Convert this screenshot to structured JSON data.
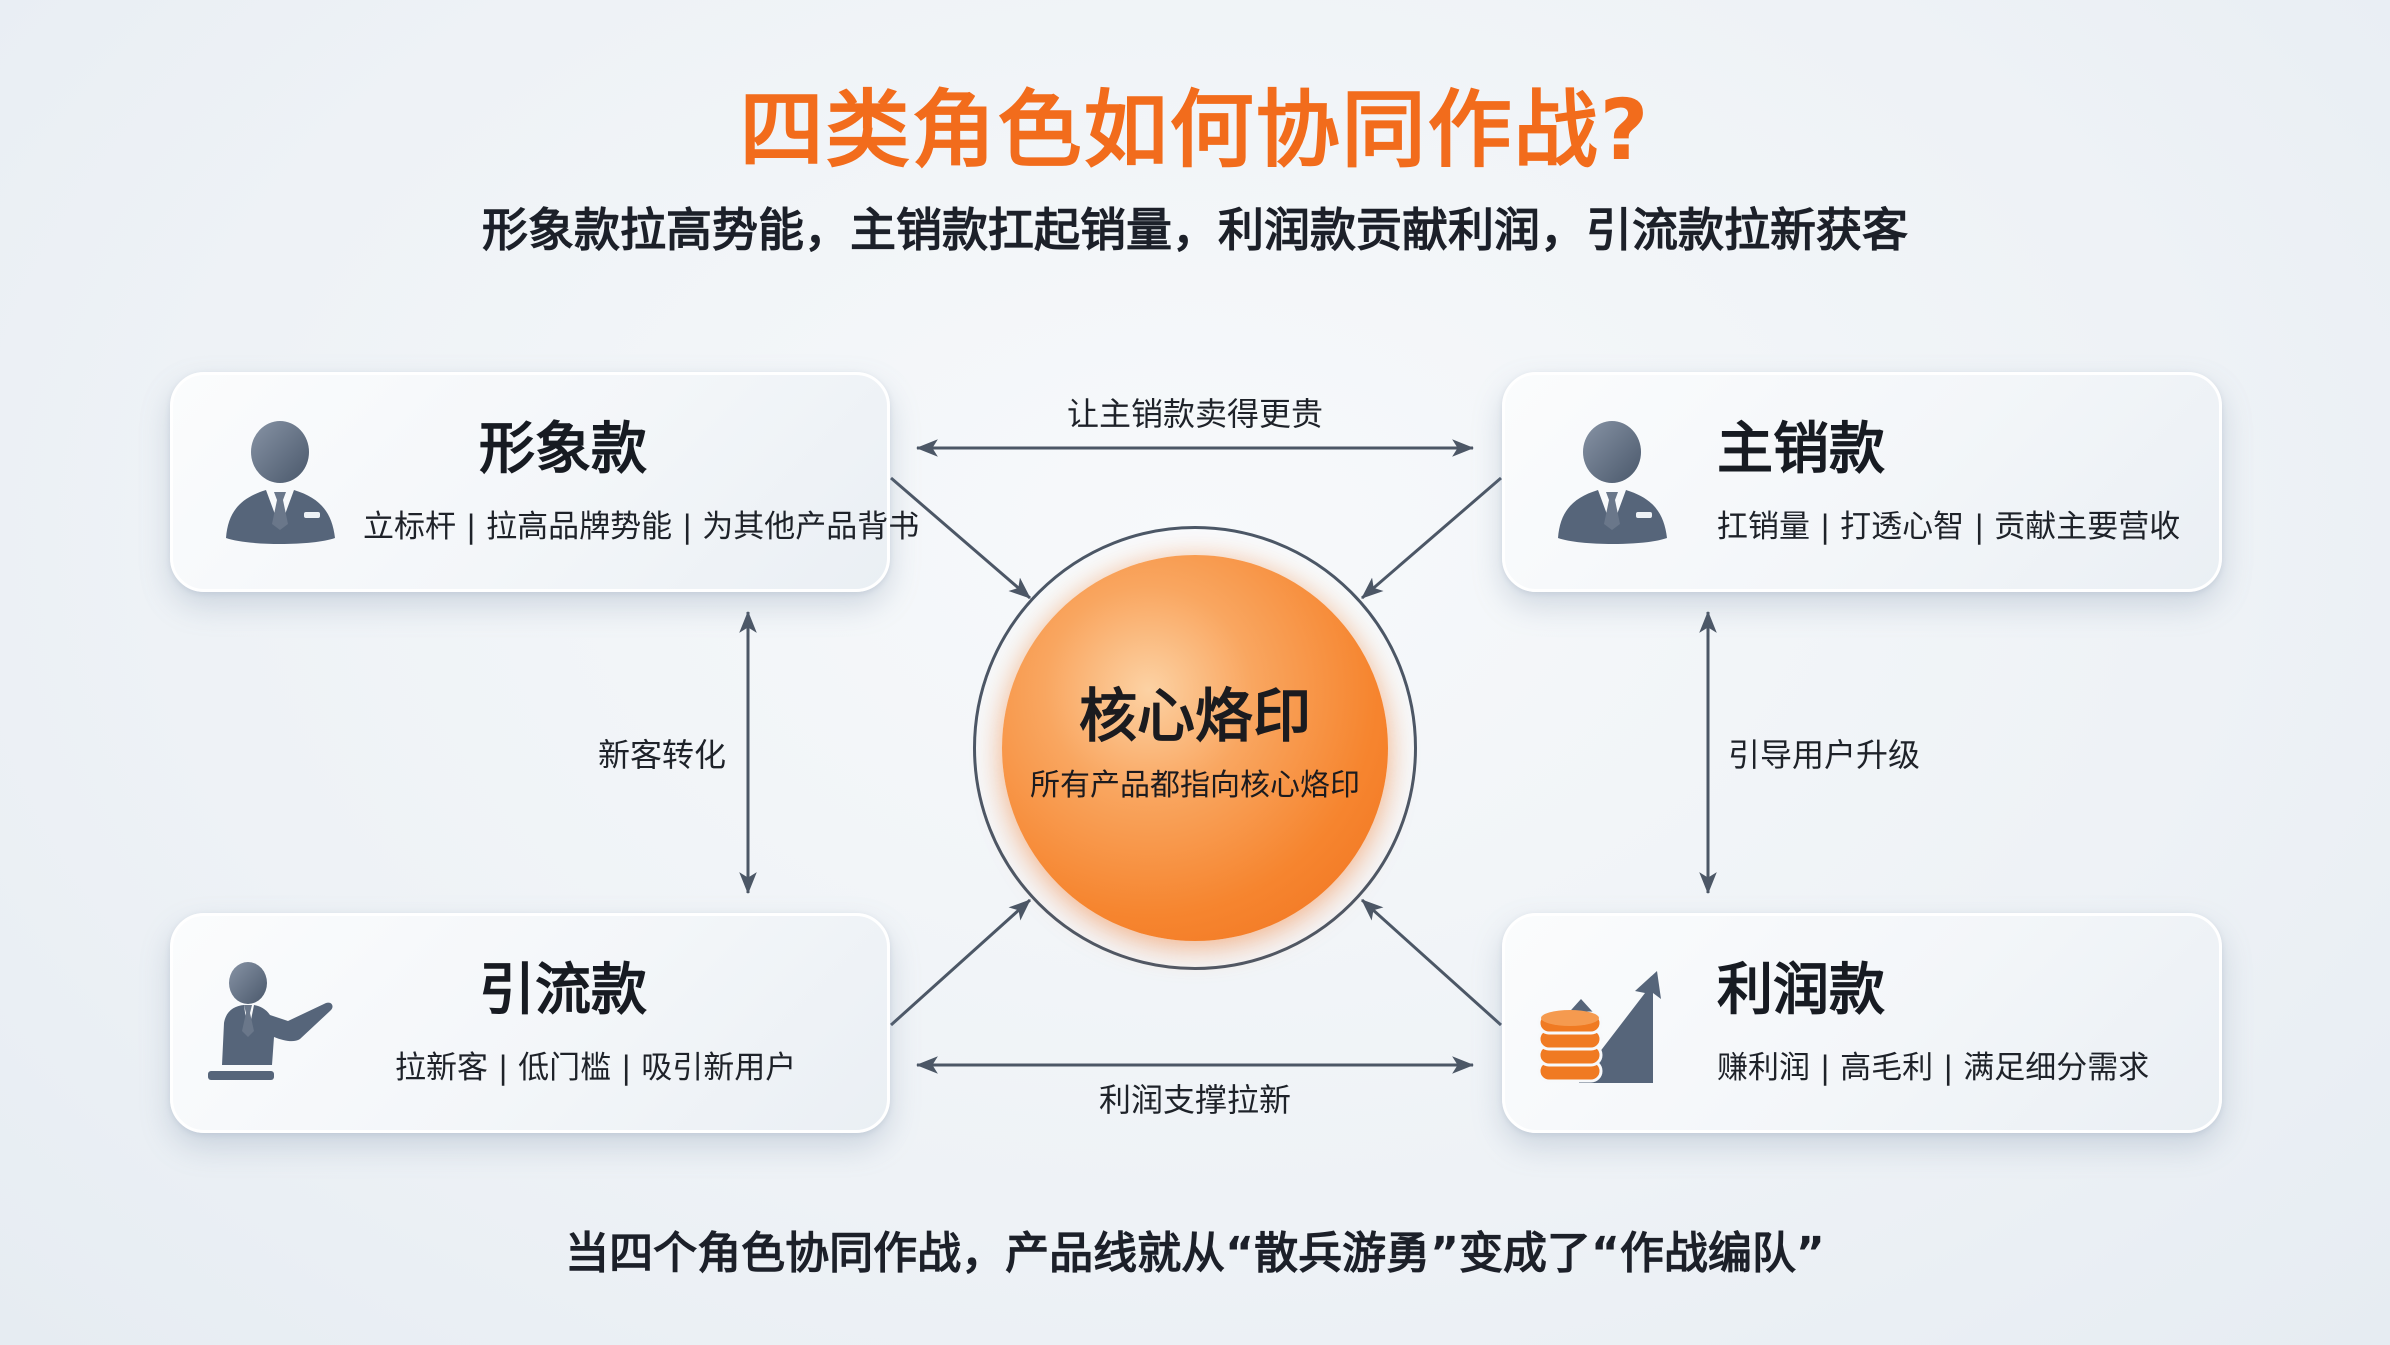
{
  "header": {
    "title": "四类角色如何协同作战?",
    "subtitle": "形象款拉高势能，主销款扛起销量，利润款贡献利润，引流款拉新获客"
  },
  "cards": {
    "image": {
      "name": "形象款",
      "desc": "立标杆 | 拉高品牌势能 | 为其他产品背书",
      "icon": "business-person-icon"
    },
    "main": {
      "name": "主销款",
      "desc": "扛销量 | 打透心智 | 贡献主要营收",
      "icon": "business-person-icon"
    },
    "traffic": {
      "name": "引流款",
      "desc": "拉新客 | 低门槛 | 吸引新用户",
      "icon": "presenter-icon"
    },
    "profit": {
      "name": "利润款",
      "desc": "赚利润 | 高毛利 | 满足细分需求",
      "icon": "coins-growth-chart-icon"
    }
  },
  "core": {
    "title": "核心烙印",
    "subtitle": "所有产品都指向核心烙印"
  },
  "links": {
    "top": "让主销款卖得更贵",
    "bottom": "利润支撑拉新",
    "left": "新客转化",
    "right": "引导用户升级"
  },
  "footer": {
    "caption": "当四个角色协同作战，产品线就从“散兵游勇”变成了“作战编队”"
  },
  "colors": {
    "accent_orange": "#f26c1c",
    "icon_slate": "#56657a",
    "arrow": "#4c5766",
    "background": "#eef2f6"
  }
}
